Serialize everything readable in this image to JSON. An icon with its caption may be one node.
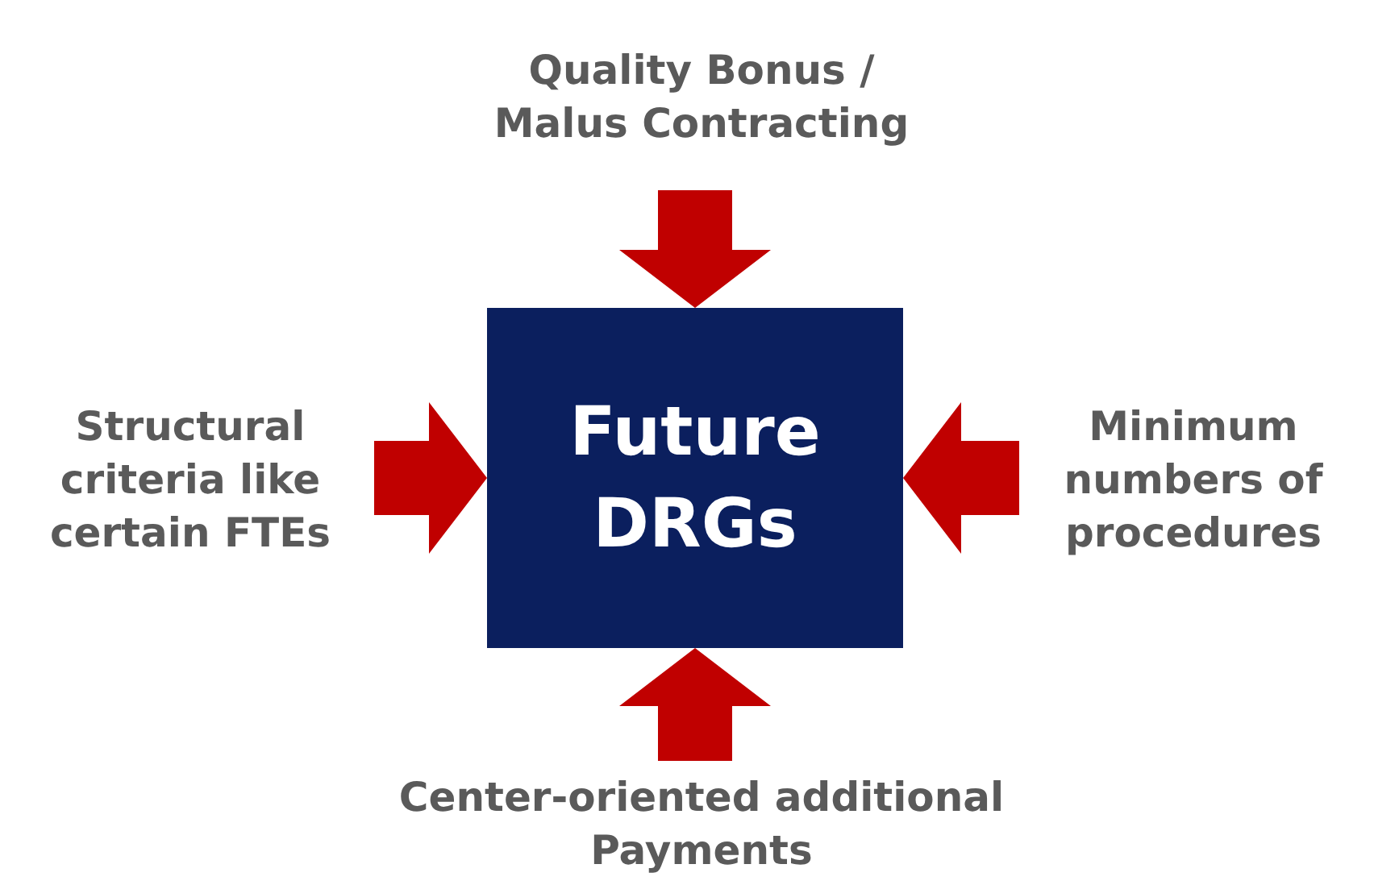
{
  "diagram": {
    "nodes": [
      {
        "text": [
          "Future DRGs"
        ]
      },
      {
        "text": [
          "Quality Bonus / Malus Contracting"
        ]
      },
      {
        "text": [
          "Structural criteria like certain FTEs"
        ]
      },
      {
        "text": [
          "Minimum numbers of procedures"
        ]
      },
      {
        "text": [
          "Center-oriented additional Payments"
        ]
      }
    ],
    "edges": [
      {
        "from": 1,
        "to": 0,
        "arrow": "to"
      },
      {
        "from": 2,
        "to": 0,
        "arrow": "to"
      },
      {
        "from": 3,
        "to": 0,
        "arrow": "to"
      },
      {
        "from": 4,
        "to": 0,
        "arrow": "to"
      }
    ]
  }
}
